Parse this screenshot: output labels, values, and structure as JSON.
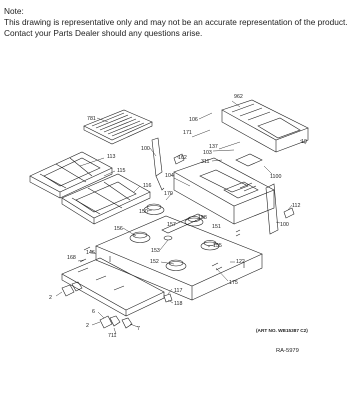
{
  "note": {
    "heading": "Note:",
    "line1": "This drawing is representative only and may not be an accurate representation of the product.",
    "line2": "Contact your Parts Dealer should any questions arise."
  },
  "callouts": {
    "c781": "781",
    "c962": "962",
    "c106": "106",
    "c171": "171",
    "c19": "19",
    "c137": "137",
    "c103": "103",
    "c311": "311",
    "c1100": "1100",
    "c100a": "100",
    "c113": "113",
    "c102": "102",
    "c115": "115",
    "c116": "116",
    "c104": "104",
    "c170": "170",
    "c150": "150",
    "c158": "158",
    "c157": "157",
    "c151": "151",
    "c156": "156",
    "c112": "112",
    "c100b": "100",
    "c155": "155",
    "c146": "146",
    "c153": "153",
    "c168": "168",
    "c152": "152",
    "c122": "122",
    "c2a": "2",
    "c175": "175",
    "c117": "117",
    "c118": "118",
    "c6": "6",
    "c2b": "2",
    "c7": "7",
    "c711": "711"
  },
  "art_no": "(ART NO. WB15387 C2)",
  "ra_code": "RA-5979"
}
